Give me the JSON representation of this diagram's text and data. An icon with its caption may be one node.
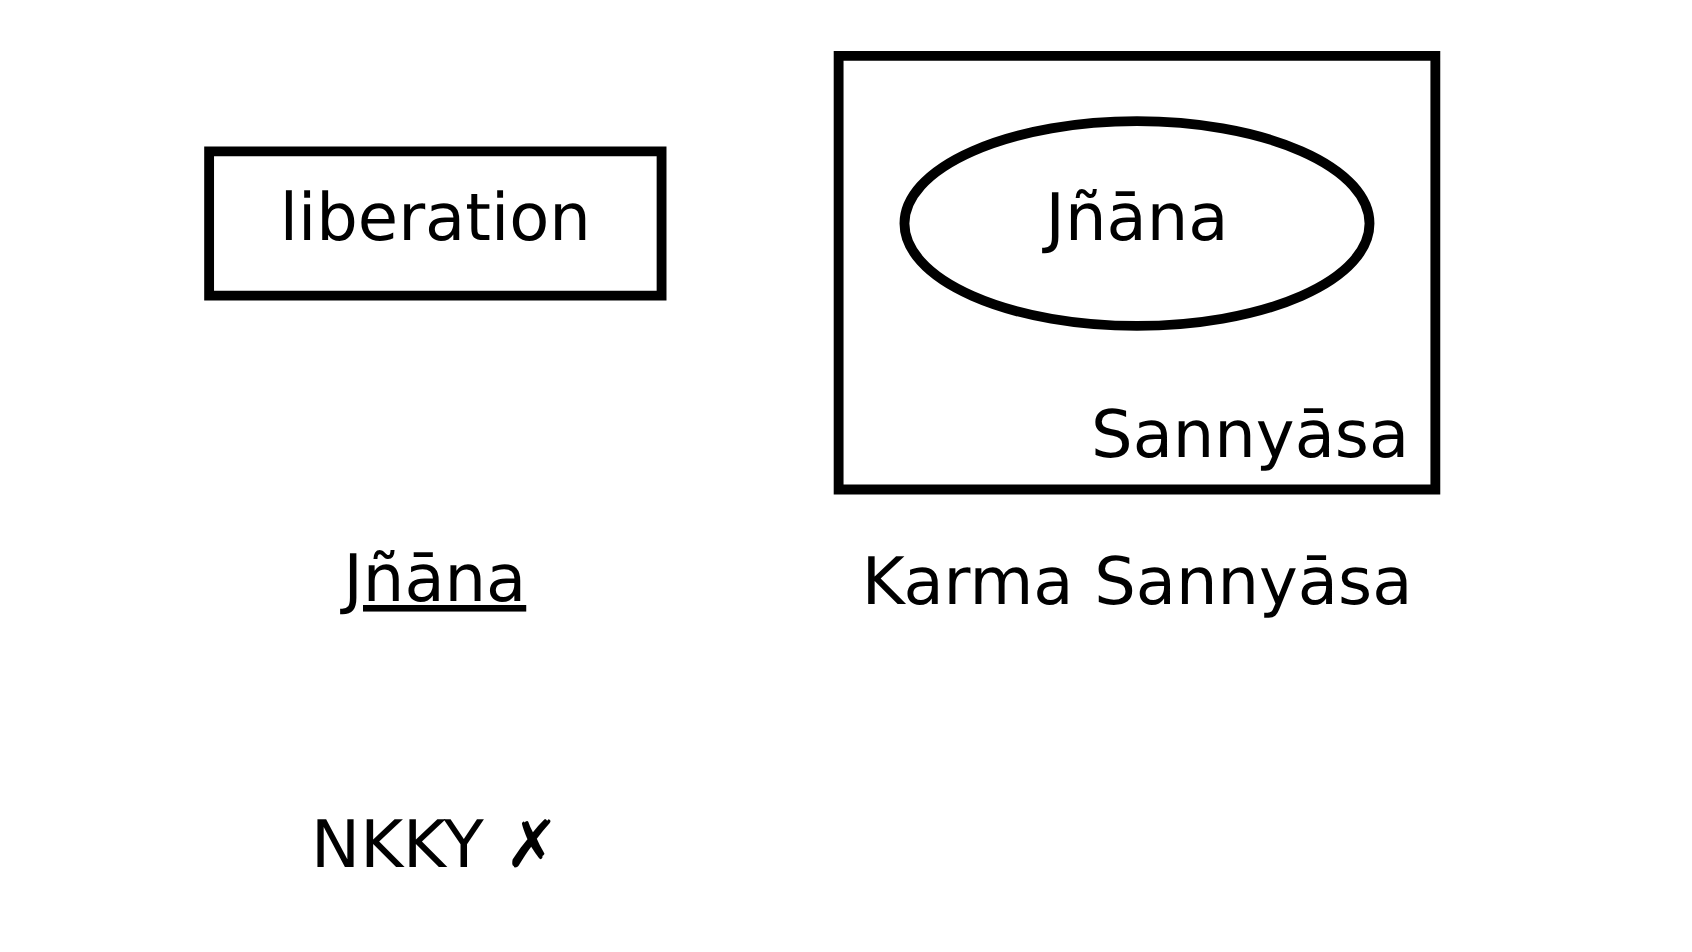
{
  "diagram": {
    "nodes": [
      {
        "text": [
          "liberation"
        ]
      },
      {
        "text": [
          "Sannyāsa"
        ]
      },
      {
        "text": [
          "Jñāna"
        ],
        "in": 1
      }
    ],
    "labels": [
      "Jñāna",
      "Karma Sannyāsa",
      "NKKY ✗"
    ]
  }
}
